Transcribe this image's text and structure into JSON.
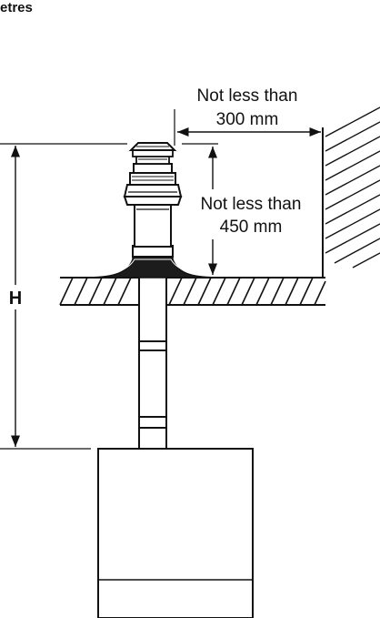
{
  "header": {
    "partial_text": "etres"
  },
  "labels": {
    "horizontal_clearance_line1": "Not less than",
    "horizontal_clearance_line2": "300 mm",
    "vertical_clearance_line1": "Not less than",
    "vertical_clearance_line2": "450 mm",
    "height_dimension": "H"
  }
}
